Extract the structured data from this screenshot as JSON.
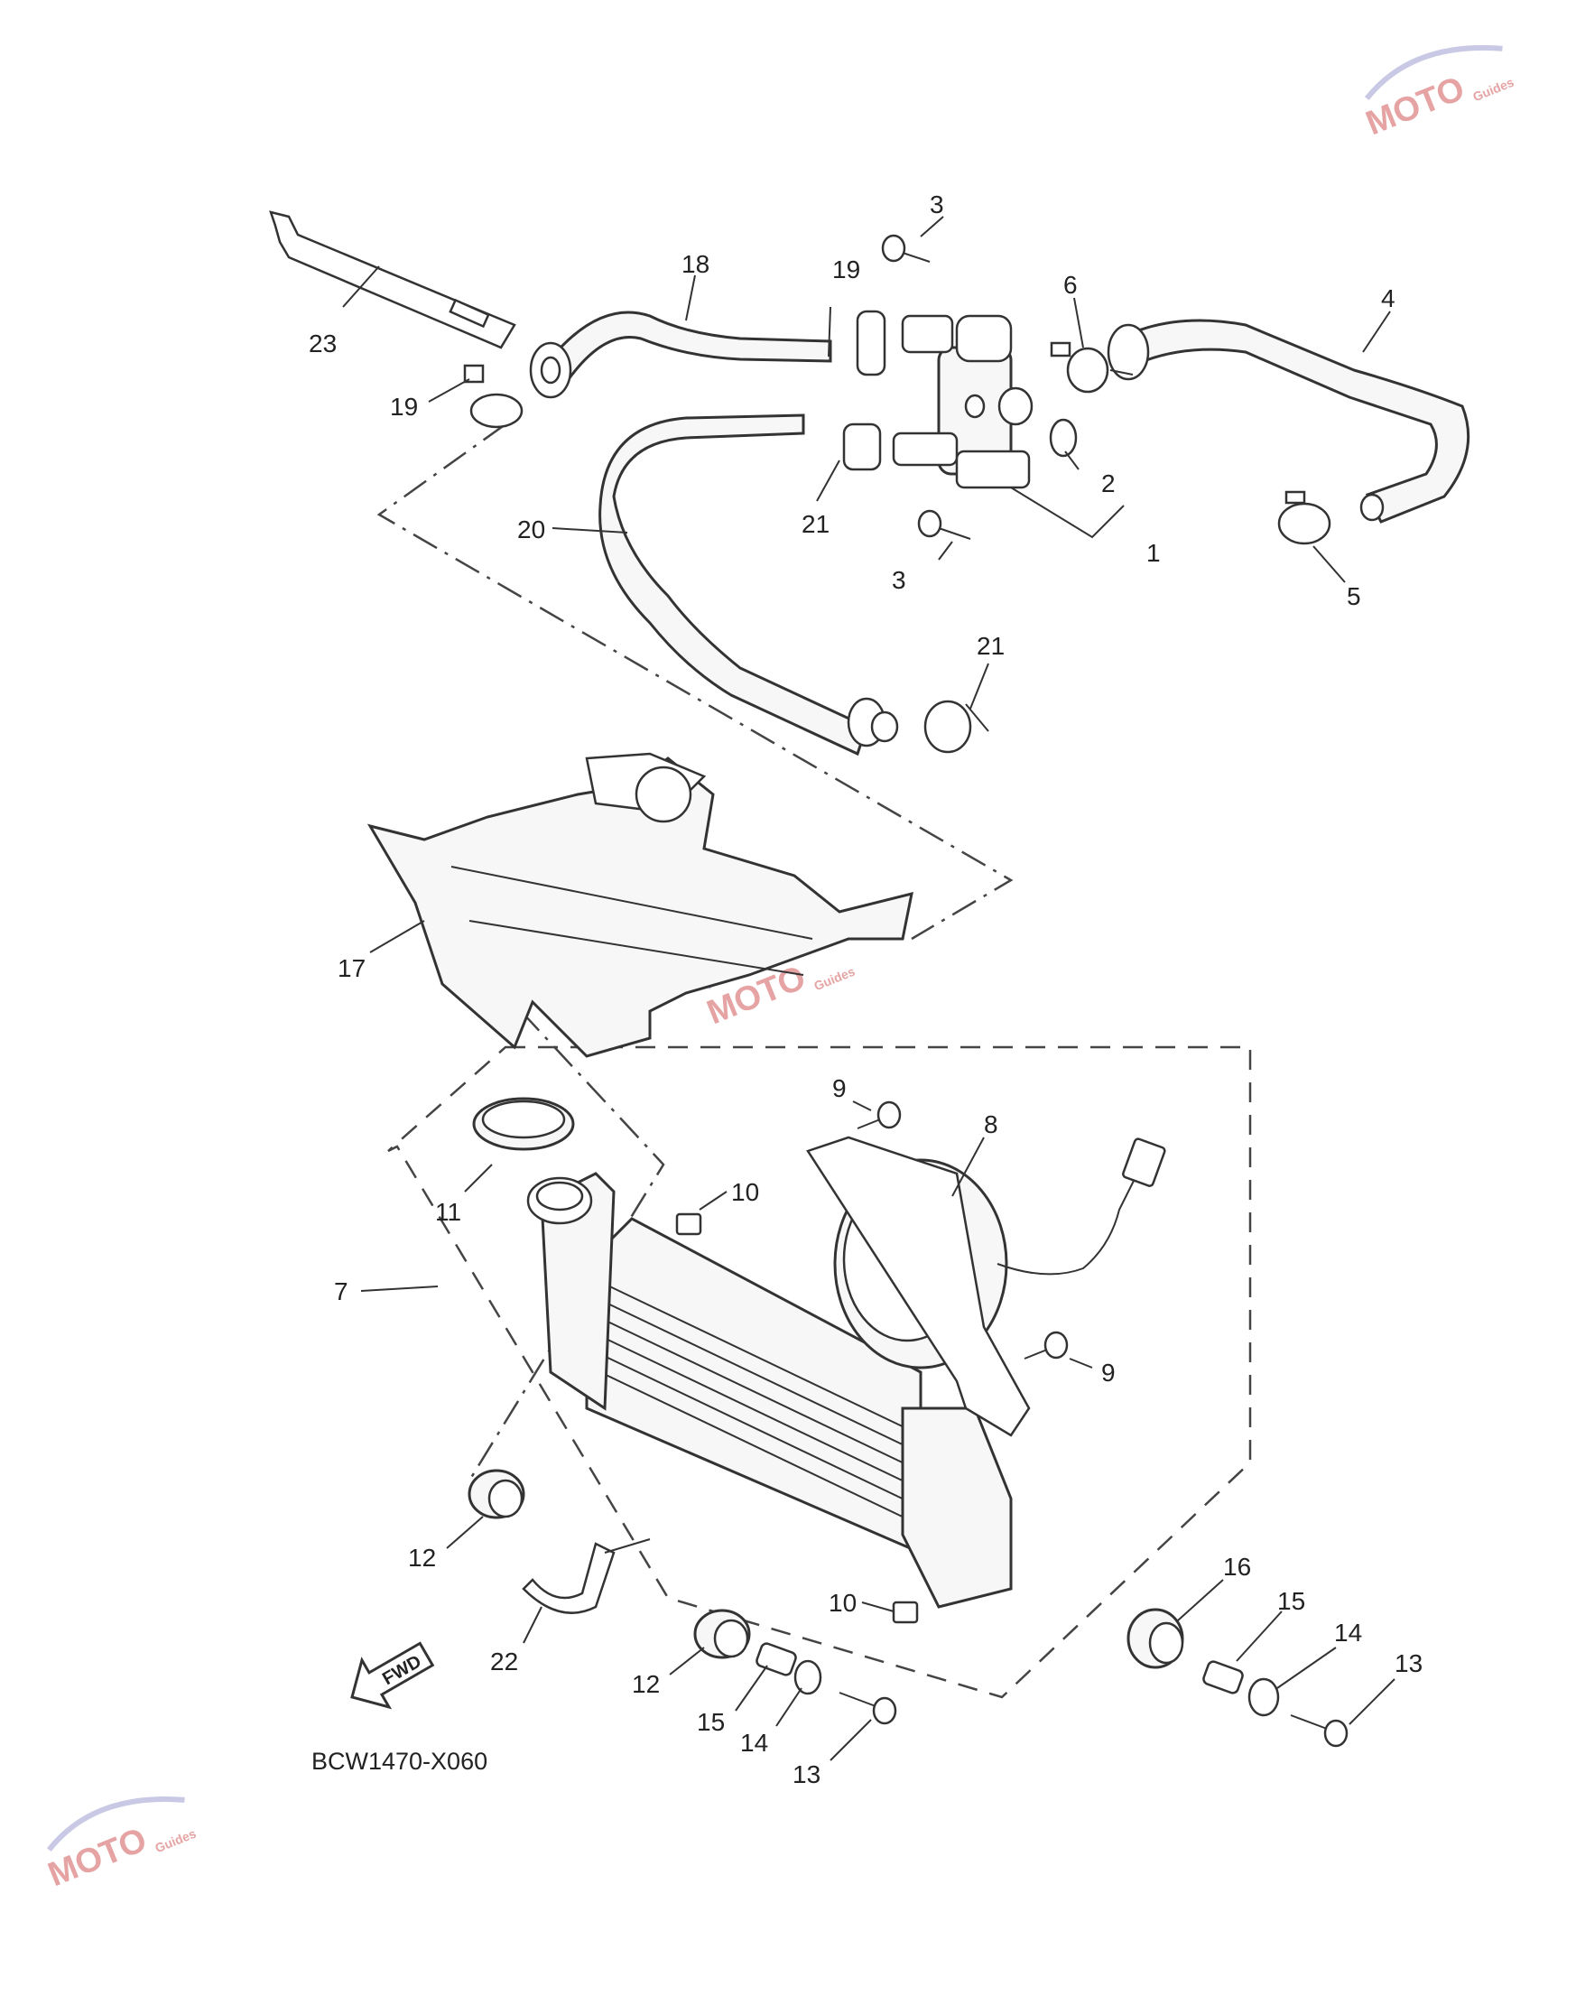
{
  "diagram": {
    "code": "BCW1470-X060",
    "fwd_label": "FWD",
    "watermark": {
      "text": "MOTO",
      "sub": "Guides"
    },
    "callouts": [
      {
        "id": "c1",
        "label": "1"
      },
      {
        "id": "c2",
        "label": "2"
      },
      {
        "id": "c3a",
        "label": "3"
      },
      {
        "id": "c3b",
        "label": "3"
      },
      {
        "id": "c4",
        "label": "4"
      },
      {
        "id": "c5",
        "label": "5"
      },
      {
        "id": "c6",
        "label": "6"
      },
      {
        "id": "c7",
        "label": "7"
      },
      {
        "id": "c8",
        "label": "8"
      },
      {
        "id": "c9a",
        "label": "9"
      },
      {
        "id": "c9b",
        "label": "9"
      },
      {
        "id": "c10a",
        "label": "10"
      },
      {
        "id": "c10b",
        "label": "10"
      },
      {
        "id": "c11",
        "label": "11"
      },
      {
        "id": "c12a",
        "label": "12"
      },
      {
        "id": "c12b",
        "label": "12"
      },
      {
        "id": "c13a",
        "label": "13"
      },
      {
        "id": "c13b",
        "label": "13"
      },
      {
        "id": "c14a",
        "label": "14"
      },
      {
        "id": "c14b",
        "label": "14"
      },
      {
        "id": "c15a",
        "label": "15"
      },
      {
        "id": "c15b",
        "label": "15"
      },
      {
        "id": "c16",
        "label": "16"
      },
      {
        "id": "c17",
        "label": "17"
      },
      {
        "id": "c18",
        "label": "18"
      },
      {
        "id": "c19a",
        "label": "19"
      },
      {
        "id": "c19b",
        "label": "19"
      },
      {
        "id": "c20",
        "label": "20"
      },
      {
        "id": "c21a",
        "label": "21"
      },
      {
        "id": "c21b",
        "label": "21"
      },
      {
        "id": "c22",
        "label": "22"
      },
      {
        "id": "c23",
        "label": "23"
      }
    ]
  }
}
